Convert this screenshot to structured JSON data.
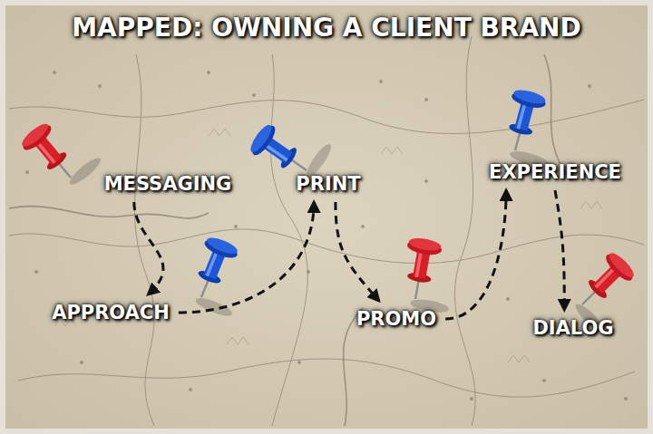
{
  "diagram": {
    "title": "MAPPED: OWNING A CLIENT BRAND",
    "nodes": [
      {
        "text": [
          "MESSAGING"
        ]
      },
      {
        "text": [
          "APPROACH"
        ]
      },
      {
        "text": [
          "PRINT"
        ]
      },
      {
        "text": [
          "PROMO"
        ]
      },
      {
        "text": [
          "EXPERIENCE"
        ]
      },
      {
        "text": [
          "DIALOG"
        ]
      }
    ],
    "edges": [
      {
        "from": 0,
        "to": 1,
        "arrow": "to"
      },
      {
        "from": 1,
        "to": 2,
        "arrow": "to"
      },
      {
        "from": 2,
        "to": 3,
        "arrow": "to"
      },
      {
        "from": 3,
        "to": 4,
        "arrow": "to"
      },
      {
        "from": 4,
        "to": 5,
        "arrow": "to"
      }
    ]
  }
}
